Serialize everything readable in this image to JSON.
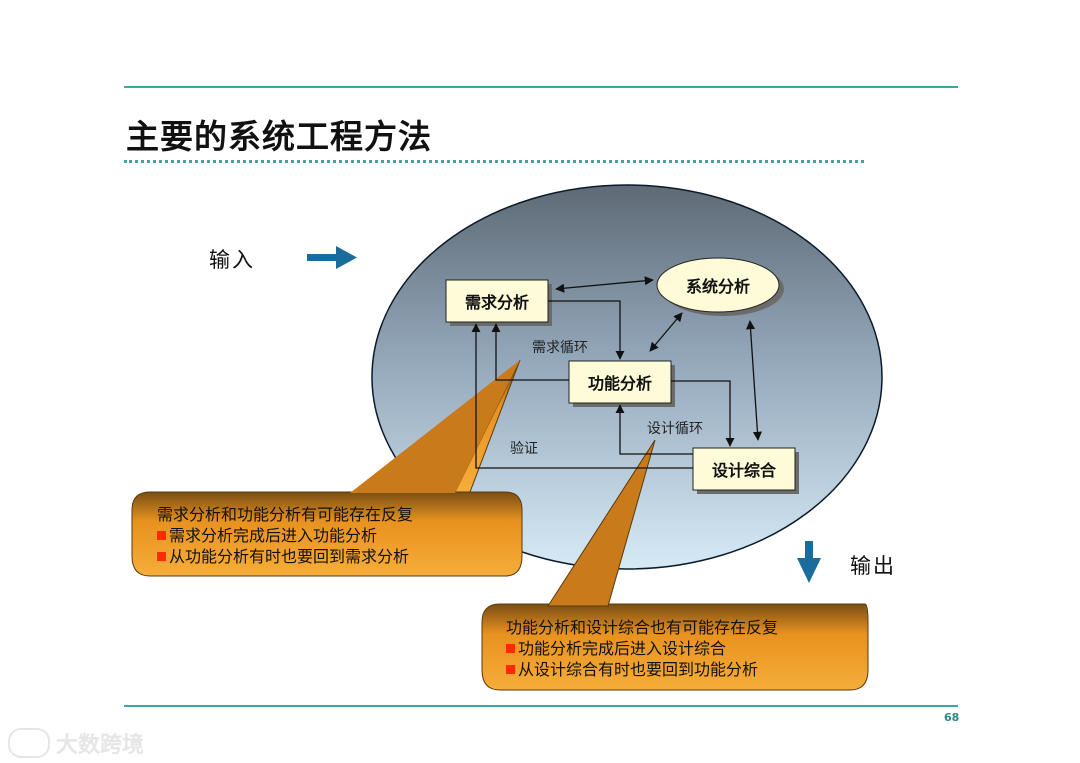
{
  "slide": {
    "title": "主要的系统工程方法",
    "page_number": "68"
  },
  "diagram": {
    "input_label": "输入",
    "output_label": "输出",
    "boxes": {
      "requirements_analysis": "需求分析",
      "system_analysis": "系统分析",
      "functional_analysis": "功能分析",
      "design_synthesis": "设计综合"
    },
    "loop_labels": {
      "requirements_loop": "需求循环",
      "design_loop": "设计循环",
      "verification": "验证"
    }
  },
  "callouts": {
    "left": {
      "heading": "需求分析和功能分析有可能存在反复",
      "bullets": [
        "需求分析完成后进入功能分析",
        "从功能分析有时也要回到需求分析"
      ]
    },
    "right": {
      "heading": "功能分析和设计综合也有可能存在反复",
      "bullets": [
        "功能分析完成后进入设计综合",
        "从设计综合有时也要回到功能分析"
      ]
    }
  },
  "watermark": {
    "text": "大数跨境"
  },
  "colors": {
    "accent_teal": "#3aa8a0",
    "arrow_blue": "#1a6c9c",
    "callout_orange": "#e8921f",
    "bullet_red": "#ff2a00",
    "box_fill": "#fdfbd8"
  }
}
